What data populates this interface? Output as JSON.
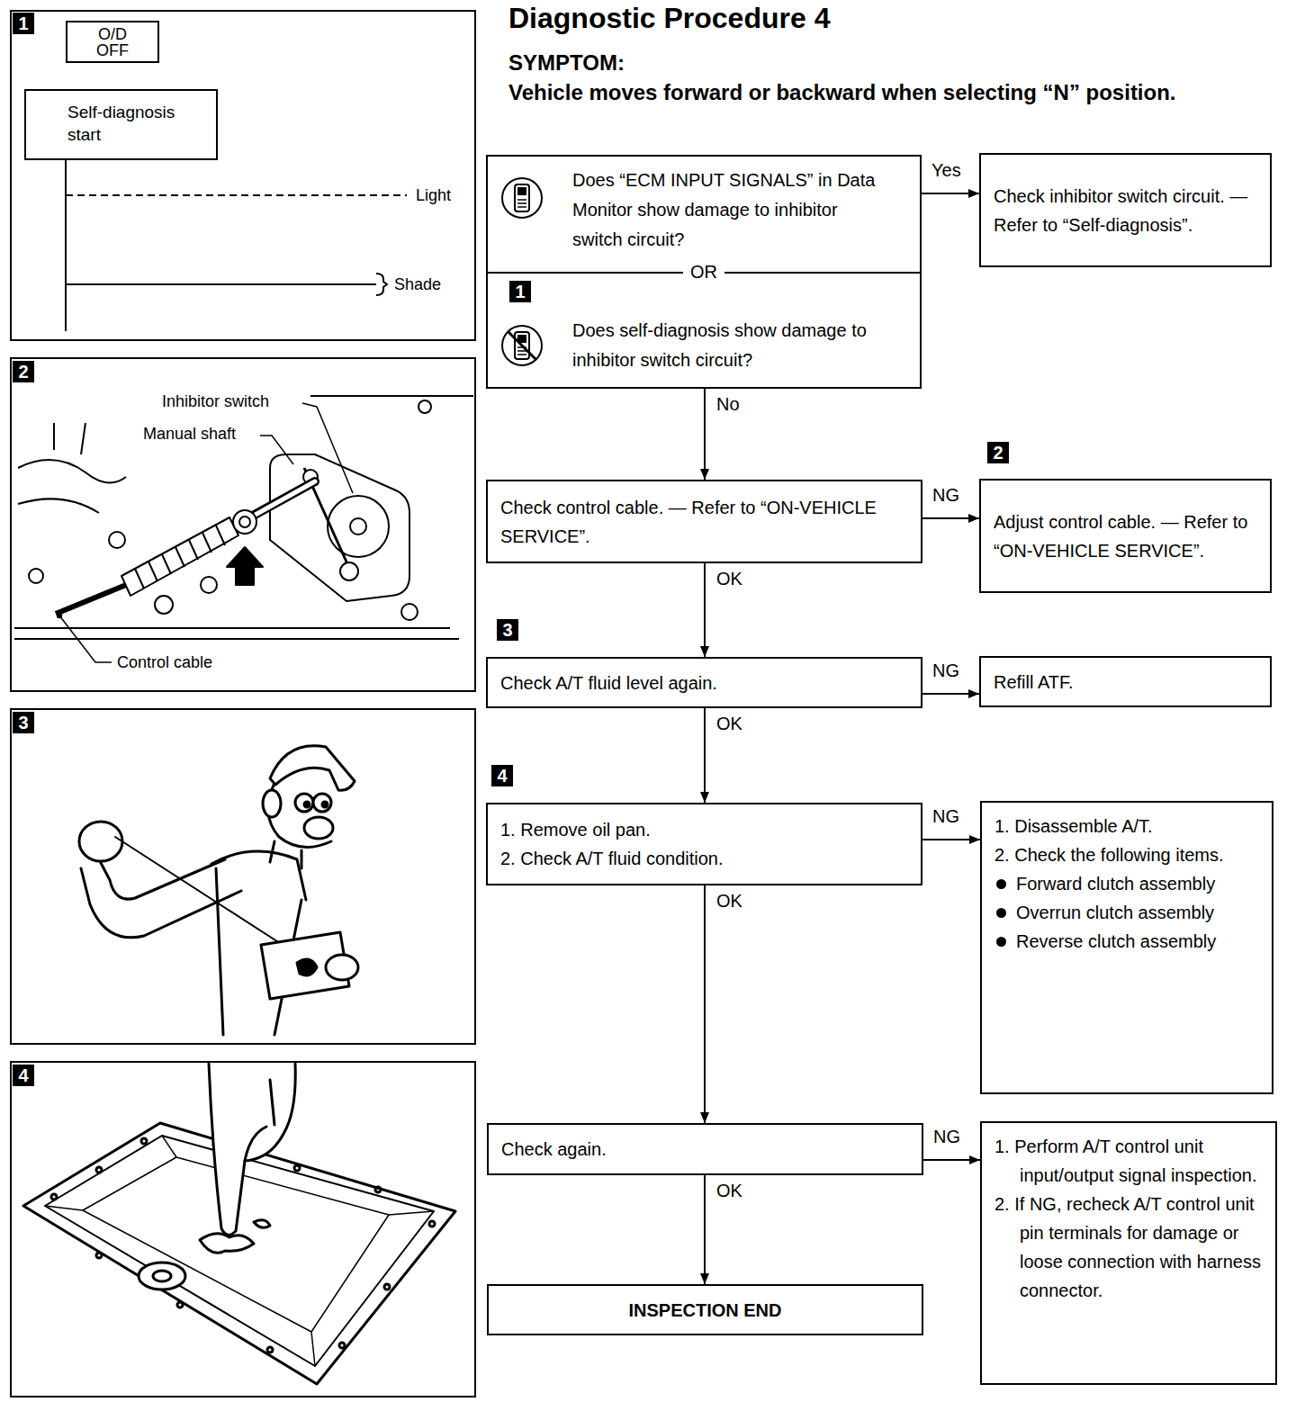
{
  "diagram": {
    "title": "Diagnostic Procedure 4",
    "nodes": [
      {
        "text": [
          "O/D OFF"
        ]
      },
      {
        "text": [
          "Self-diagnosis start"
        ]
      },
      {
        "text": [
          "OR"
        ]
      },
      {
        "text": [
          "Does “ECM INPUT SIGNALS” in Data Monitor show damage to inhibitor switch circuit?"
        ],
        "in": 2
      },
      {
        "text": [
          "Does self-diagnosis show damage to inhibitor switch circuit?"
        ],
        "in": 2
      },
      {
        "text": [
          "Check inhibitor switch circuit. — Refer to “Self-diagnosis”."
        ]
      },
      {
        "text": [
          "Check control cable. — Refer to “ON-VEHICLE SERVICE”."
        ]
      },
      {
        "text": [
          "Adjust control cable. — Refer to “ON-VEHICLE SERVICE”."
        ]
      },
      {
        "text": [
          "Check A/T fluid level again."
        ]
      },
      {
        "text": [
          "Refill ATF."
        ]
      },
      {
        "text": [
          "1. Remove oil pan.",
          "2. Check A/T fluid condition."
        ]
      },
      {
        "text": [
          "1. Disassemble A/T.",
          "2. Check the following items.",
          "Forward clutch assembly",
          "Overrun clutch assembly",
          "Reverse clutch assembly"
        ]
      },
      {
        "text": [
          "Check again."
        ]
      },
      {
        "text": [
          "1. Perform A/T control unit input/output signal inspection.",
          "2. If NG, recheck A/T control unit pin terminals for damage or loose connection with harness connector."
        ]
      },
      {
        "text": [
          "INSPECTION END"
        ]
      }
    ],
    "edges": [
      {
        "from": 2,
        "to": 5,
        "label": "Yes",
        "arrow": "to"
      },
      {
        "from": 2,
        "to": 6,
        "label": "No",
        "arrow": "to"
      },
      {
        "from": 6,
        "to": 7,
        "label": "NG",
        "arrow": "to"
      },
      {
        "from": 6,
        "to": 8,
        "label": "OK",
        "arrow": "to"
      },
      {
        "from": 8,
        "to": 9,
        "label": "NG",
        "arrow": "to"
      },
      {
        "from": 8,
        "to": 10,
        "label": "OK",
        "arrow": "to"
      },
      {
        "from": 10,
        "to": 11,
        "label": "NG",
        "arrow": "to"
      },
      {
        "from": 10,
        "to": 12,
        "label": "OK",
        "arrow": "to"
      },
      {
        "from": 12,
        "to": 13,
        "label": "NG",
        "arrow": "to"
      },
      {
        "from": 12,
        "to": 14,
        "label": "OK",
        "arrow": "to"
      }
    ],
    "labels": [
      "SYMPTOM:",
      "Vehicle moves forward or backward when selecting “N” position.",
      "1",
      "Light",
      "Shade",
      "2",
      "Inhibitor switch",
      "Manual shaft",
      "Control cable",
      "3",
      "4",
      "1",
      "2",
      "3",
      "4"
    ]
  }
}
